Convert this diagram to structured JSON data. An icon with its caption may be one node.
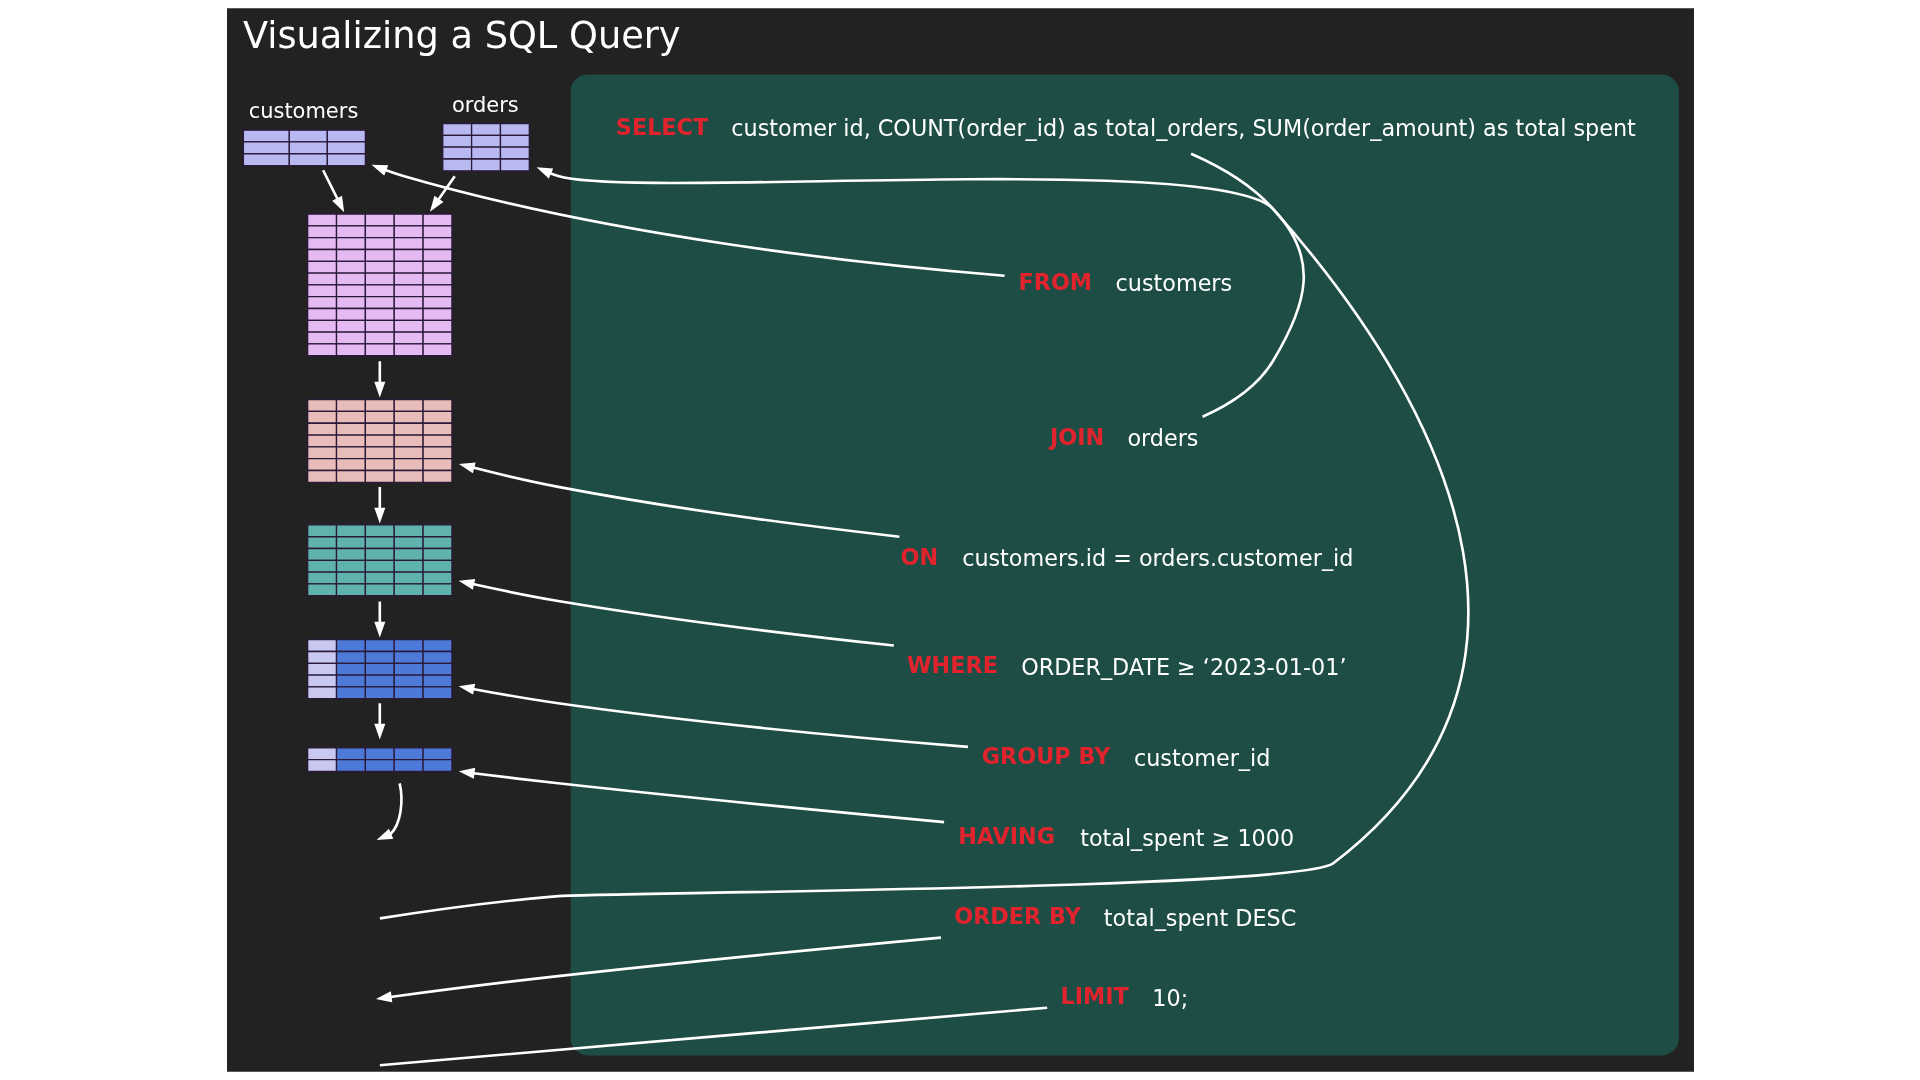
{
  "diagram": {
    "title": "Visualizing a SQL Query",
    "nodes": [
      {
        "text": [
          "customers"
        ]
      },
      {
        "text": [
          "orders"
        ]
      },
      {
        "text": [],
        "shape": "box"
      },
      {
        "text": [],
        "shape": "box"
      },
      {
        "text": [],
        "shape": "box"
      },
      {
        "text": [],
        "shape": "box"
      },
      {
        "text": [],
        "shape": "box"
      },
      {
        "text": [],
        "shape": "box"
      },
      {
        "text": [
          "SELECT"
        ],
        "beside": [
          "customer id, COUNT(order_id) as total_orders, SUM(order_amount) as total spent"
        ],
        "in": 7
      },
      {
        "text": [
          "FROM"
        ],
        "beside": [
          "customers"
        ],
        "in": 7
      },
      {
        "text": [
          "JOIN"
        ],
        "beside": [
          "orders"
        ],
        "in": 7
      },
      {
        "text": [
          "ON"
        ],
        "beside": [
          "customers.id = orders.customer_id"
        ],
        "in": 7
      },
      {
        "text": [
          "WHERE"
        ],
        "beside": [
          "ORDER_DATE ≥ ‘2023-01-01’"
        ],
        "in": 7
      },
      {
        "text": [
          "GROUP BY"
        ],
        "beside": [
          "customer_id"
        ],
        "in": 7
      },
      {
        "text": [
          "HAVING"
        ],
        "beside": [
          "total_spent ≥ 1000"
        ],
        "in": 7
      },
      {
        "text": [
          "ORDER BY"
        ],
        "beside": [
          "total_spent DESC"
        ],
        "in": 7
      },
      {
        "text": [
          "LIMIT"
        ],
        "beside": [
          "10;"
        ],
        "in": 7
      }
    ],
    "edges": [
      {
        "from": 0,
        "to": 2,
        "arrow": "to"
      },
      {
        "from": 1,
        "to": 2,
        "arrow": "to"
      },
      {
        "from": 2,
        "to": 3,
        "arrow": "to"
      },
      {
        "from": 3,
        "to": 4,
        "arrow": "to"
      },
      {
        "from": 4,
        "to": 5,
        "arrow": "to"
      },
      {
        "from": 5,
        "to": 6,
        "arrow": "to"
      },
      {
        "from": 6,
        "to": null,
        "arrow": "to"
      },
      {
        "from": 8,
        "to": null,
        "arrow": "none"
      },
      {
        "from": 9,
        "to": 0,
        "arrow": "to"
      },
      {
        "from": 10,
        "to": 1,
        "arrow": "to"
      },
      {
        "from": 11,
        "to": 3,
        "arrow": "to"
      },
      {
        "from": 12,
        "to": 4,
        "arrow": "to"
      },
      {
        "from": 13,
        "to": 5,
        "arrow": "to"
      },
      {
        "from": 14,
        "to": 6,
        "arrow": "to"
      },
      {
        "from": 15,
        "to": null,
        "arrow": "to"
      },
      {
        "from": 16,
        "to": null,
        "arrow": "none"
      }
    ]
  }
}
